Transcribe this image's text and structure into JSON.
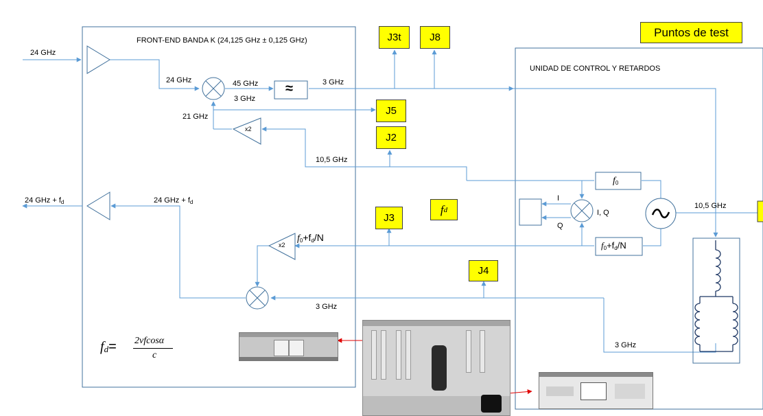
{
  "colors": {
    "line": "#5b9bd5",
    "test_point": "#ffff00",
    "block_border": "#41719c",
    "marker_red": "#e00000"
  },
  "frontend": {
    "title": "FRONT-END BANDA K (24,125 GHz ± 0,125 GHz)"
  },
  "control_unit": {
    "title": "UNIDAD DE CONTROL Y RETARDOS"
  },
  "legend": {
    "test_points": "Puntos de test"
  },
  "test_points": {
    "j3t": "J3t",
    "j8": "J8",
    "j5": "J5",
    "j2": "J2",
    "j3": "J3",
    "j4": "J4",
    "fd": "f",
    "fd_sub": "d"
  },
  "labels": {
    "in_24": "24 GHz",
    "mix_24": "24 GHz",
    "mix_45": "45 GHz",
    "mix_3": "3 GHz",
    "out_3": "3 GHz",
    "lo_21": "21 GHz",
    "x2_a": "x2",
    "x2_b": "x2",
    "lo_105": "10,5 GHz",
    "out_24_fd": "24 GHz + f",
    "out_24_fd_sub": "d",
    "tx_24_fd": "24 GHz + f",
    "tx_24_fd_sub": "d",
    "f0_fd_n": "f",
    "f0_fd_n_sub0": "0",
    "f0_fd_n_mid": "+f",
    "f0_fd_n_subd": "d",
    "f0_fd_n_end": "/N",
    "ret_3": "3 GHz",
    "cu_3": "3 GHz",
    "osc_105": "10,5 GHz",
    "mix_I": "I",
    "mix_Q": "Q",
    "mix_IQ": "I, Q",
    "f0_box": "f",
    "f0_box_sub": "0",
    "f0fd_box": "f",
    "f0fd_box_sub0": "0",
    "f0fd_box_mid": "+f",
    "f0fd_box_subd": "d",
    "f0fd_box_end": "/N",
    "lpf_symbol": "≈"
  },
  "formula": {
    "lhs": "f",
    "lhs_sub": "d",
    "eq": "=",
    "num": "2vfcosα",
    "den": "c"
  },
  "icons": {
    "amplifier": "triangle-amplifier-icon",
    "mixer": "circle-cross-mixer-icon",
    "oscillator": "sine-oscillator-icon",
    "filter": "lowpass-filter-icon",
    "inductor": "coil-inductor-icon"
  }
}
